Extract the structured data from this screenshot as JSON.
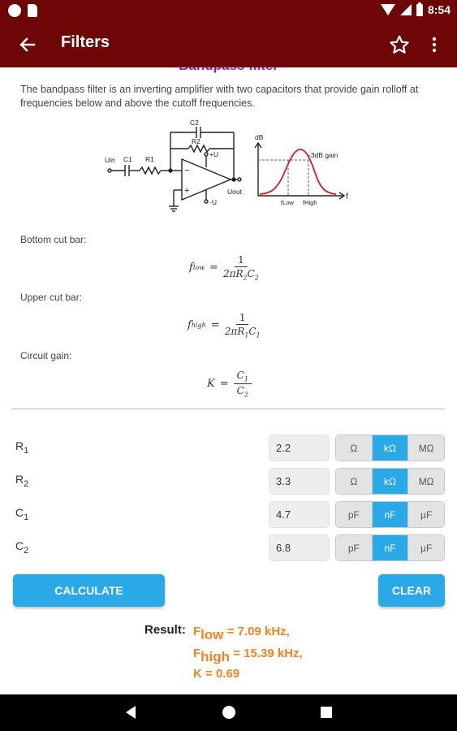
{
  "status_bar": {
    "time": "8:54",
    "icons": [
      "notification-dot-icon",
      "sd-card-icon",
      "wifi-icon",
      "signal-icon",
      "battery-icon"
    ]
  },
  "app_bar": {
    "title": "Filters",
    "back_icon": "arrow-left-icon",
    "star_icon": "star-outline-icon",
    "menu_icon": "more-vertical-icon",
    "color": "#6e0607"
  },
  "content": {
    "section_title": "Bandpass filter",
    "description": "The bandpass filter is an inverting amplifier with two capacitors that provide gain rolloff at frequencies below and above the cutoff frequencies.",
    "circuit": {
      "labels": {
        "c2": "C2",
        "r2": "R2",
        "uin": "Uin",
        "c1": "C1",
        "r1": "R1",
        "plus_u": "+U",
        "minus_u": "-U",
        "uout": "Uout",
        "minus_sign": "−",
        "plus_sign": "+"
      },
      "response": {
        "y_label": "dB",
        "x_label": "f",
        "gain_label": "-3dB gain",
        "f_low": "fLow",
        "f_high": "fHigh"
      }
    },
    "formulas": [
      {
        "label": "Bottom cut bar:",
        "lhs": "f",
        "lhs_sub": "low",
        "numerator": "1",
        "denominator": "2πR",
        "den_sub1": "2",
        "den_mid": "C",
        "den_sub2": "2"
      },
      {
        "label": "Upper cut bar:",
        "lhs": "f",
        "lhs_sub": "high",
        "numerator": "1",
        "denominator": "2πR",
        "den_sub1": "1",
        "den_mid": "C",
        "den_sub2": "1"
      },
      {
        "label": "Circuit gain:",
        "lhs": "K",
        "numerator": "C",
        "num_sub": "1",
        "denominator": "C",
        "den_sub1": "2"
      }
    ],
    "equals": "="
  },
  "params": [
    {
      "symbol": "R",
      "sub": "1",
      "value": "2.2",
      "units": [
        "Ω",
        "kΩ",
        "MΩ"
      ],
      "selected": 1
    },
    {
      "symbol": "R",
      "sub": "2",
      "value": "3.3",
      "units": [
        "Ω",
        "kΩ",
        "MΩ"
      ],
      "selected": 1
    },
    {
      "symbol": "C",
      "sub": "1",
      "value": "4.7",
      "units": [
        "pF",
        "nF",
        "μF"
      ],
      "selected": 1
    },
    {
      "symbol": "C",
      "sub": "2",
      "value": "6.8",
      "units": [
        "pF",
        "nF",
        "μF"
      ],
      "selected": 1
    }
  ],
  "buttons": {
    "calculate": "CALCULATE",
    "clear": "CLEAR",
    "color": "#29a9e8"
  },
  "result": {
    "label": "Result:",
    "lines": [
      {
        "sym": "F",
        "sub": "low",
        "value": " = 7.09 kHz,"
      },
      {
        "sym": "F",
        "sub": "high",
        "value": " = 15.39 kHz,"
      },
      {
        "sym": "K",
        "sub": "",
        "value": " = 0.69"
      }
    ],
    "color": "#f58220"
  },
  "nav_bar": {
    "icons": [
      "nav-back-icon",
      "nav-home-icon",
      "nav-recents-icon"
    ]
  }
}
